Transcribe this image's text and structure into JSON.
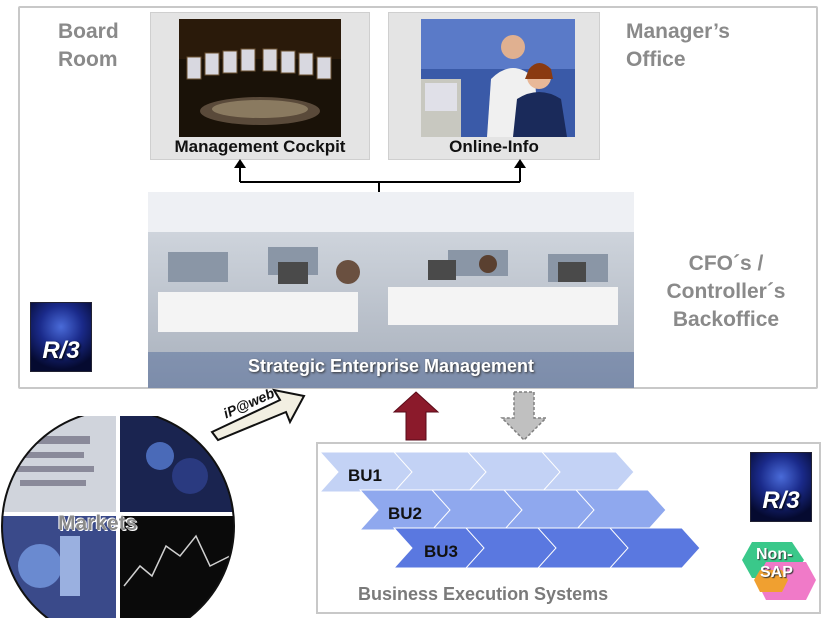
{
  "labels": {
    "board_room": [
      "Board",
      "Room"
    ],
    "managers_office": [
      "Manager’s",
      "Office"
    ],
    "backoffice": [
      "CFO´s /",
      "Controller´s",
      "Backoffice"
    ],
    "management_cockpit": "Management Cockpit",
    "online_info": "Online-Info",
    "strategic_enterprise_management": "Strategic Enterprise Management",
    "web_arrow": "iP@web",
    "markets": "Markets",
    "business_execution_systems": "Business Execution Systems",
    "bu": [
      "BU1",
      "BU2",
      "BU3"
    ],
    "r3_logo_text": "R/3",
    "non_sap": [
      "Non-",
      "SAP"
    ]
  },
  "colors": {
    "label_grey": "#8a8a8a",
    "up_arrow_red": "#8b1a2b",
    "down_arrow_grey": "#a0a0a0",
    "bu_row1": "#c3d2f5",
    "bu_row2": "#8fa8ee",
    "bu_row3": "#5a78e0"
  }
}
